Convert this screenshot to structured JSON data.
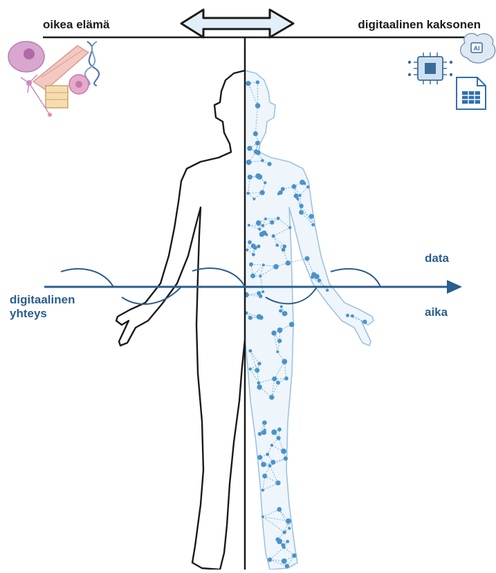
{
  "labels": {
    "real_life": "oikea elämä",
    "digital_twin": "digitaalinen kaksonen",
    "data": "data",
    "time": "aika",
    "connection_line1": "digitaalinen",
    "connection_line2": "yhteys"
  },
  "icons": {
    "real_life": [
      "cell-icon",
      "muscle-fiber-icon",
      "dna-icon",
      "neuron-icon",
      "blood-cell-icon",
      "tissue-sample-icon"
    ],
    "digital": [
      "microchip-icon",
      "ai-brain-icon",
      "spreadsheet-icon"
    ]
  },
  "colors": {
    "accent_blue": "#2b5d8e",
    "network_blue": "#4a93c9",
    "outline": "#1a1a1a",
    "cell_pink": "#c98ac0"
  }
}
